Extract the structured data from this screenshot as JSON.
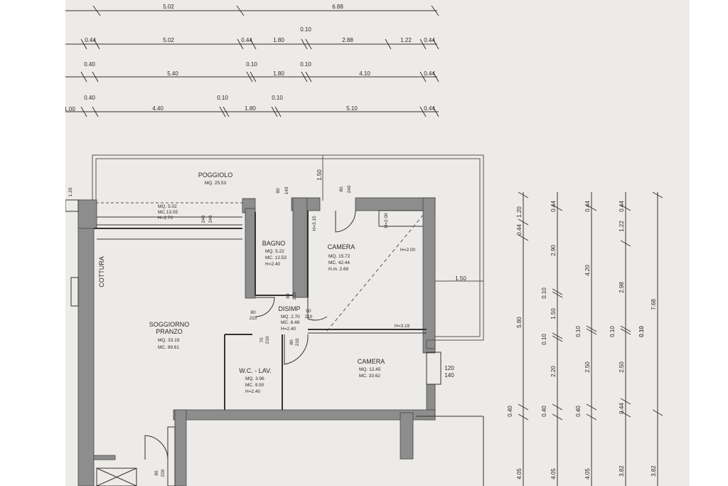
{
  "dimension_rows": [
    {
      "values": [
        "5.02",
        "6.88"
      ]
    },
    {
      "values": [
        "0.44",
        "5.02",
        "0.44",
        "1.80",
        "0.10",
        "2.88",
        "1.22",
        "0.44"
      ]
    },
    {
      "values": [
        "0.40",
        "5.40",
        "0.10",
        "1.80",
        "0.10",
        "4.10",
        "0.44"
      ]
    },
    {
      "values": [
        "0.40",
        "0.10",
        "0.10",
        "1.00",
        "4.40",
        "1.80",
        "5.10",
        "0.44"
      ]
    }
  ],
  "rooms": {
    "poggiolo": {
      "name": "POGGIOLO",
      "mq": "MQ. 25.53"
    },
    "terrace_small": {
      "mq": "MQ. 5.02",
      "mc": "MC.13.55",
      "h": "H=2.70"
    },
    "bagno": {
      "name": "BAGNO",
      "mq": "MQ. 5.22",
      "mc": "MC. 12.53",
      "h": "H=2.40"
    },
    "camera1": {
      "name": "CAMERA",
      "mq": "MQ. 15.72",
      "mc": "MC. 42.44",
      "h": "H.m. 2.69"
    },
    "disimp": {
      "name": "DISIMP",
      "mq": "MQ. 2.70",
      "mc": "MC. 6.48",
      "h": "H=2.40"
    },
    "soggiorno": {
      "name1": "SOGGIORNO",
      "name2": "PRANZO",
      "mq": "MQ. 33.19",
      "mc": "MC. 89.61"
    },
    "wc": {
      "name": "W.C. - LAV.",
      "mq": "MQ. 3.96",
      "mc": "MC. 9.50",
      "h": "H=2.40"
    },
    "camera2": {
      "name": "CAMERA",
      "mq": "MQ. 12.45",
      "mc": "MC. 33.62"
    },
    "cottura": {
      "name": "COTTURA"
    }
  },
  "openings": {
    "win_top_left": "1.20",
    "door_terrace_a": "240",
    "door_terrace_b": "240",
    "win_bagno_a": "80",
    "win_bagno_b": "140",
    "poggiolo_depth": "1.50",
    "win_camera_a": "80",
    "win_camera_b": "240",
    "h_315": "H=3.15",
    "h_200a": "H=2.00",
    "h_200b": "H=2.00",
    "h_319": "H=3.19",
    "poggiolo_side": "1.50",
    "door_bagno_a": "80",
    "door_bagno_b": "210",
    "door_sogg_a": "80",
    "door_sogg_b": "210",
    "door_cam_a": "80",
    "door_cam_b": "210",
    "door_wc_a": "70",
    "door_wc_b": "210",
    "door_cam2_a": "80",
    "door_cam2_b": "210",
    "win_cam2_a": "120",
    "win_cam2_b": "140",
    "door_entry_a": "90",
    "door_entry_b": "220"
  },
  "vertical_dims": [
    {
      "values": [
        "1.20",
        "0.44",
        "5.80",
        "0.10",
        "0.40",
        "4.05"
      ]
    },
    {
      "values": [
        "0.44",
        "2.90",
        "0.10",
        "1.50",
        "0.10",
        "2.20",
        "0.40",
        "4.05"
      ]
    },
    {
      "values": [
        "0.44",
        "4.20",
        "0.10",
        "2.50",
        "0.40",
        "4.05"
      ]
    },
    {
      "values": [
        "0.44",
        "1.22",
        "2.98",
        "0.10",
        "2.50",
        "0.44",
        "3.82"
      ]
    },
    {
      "values": [
        "7.68",
        "0.10",
        "3.82"
      ]
    }
  ]
}
